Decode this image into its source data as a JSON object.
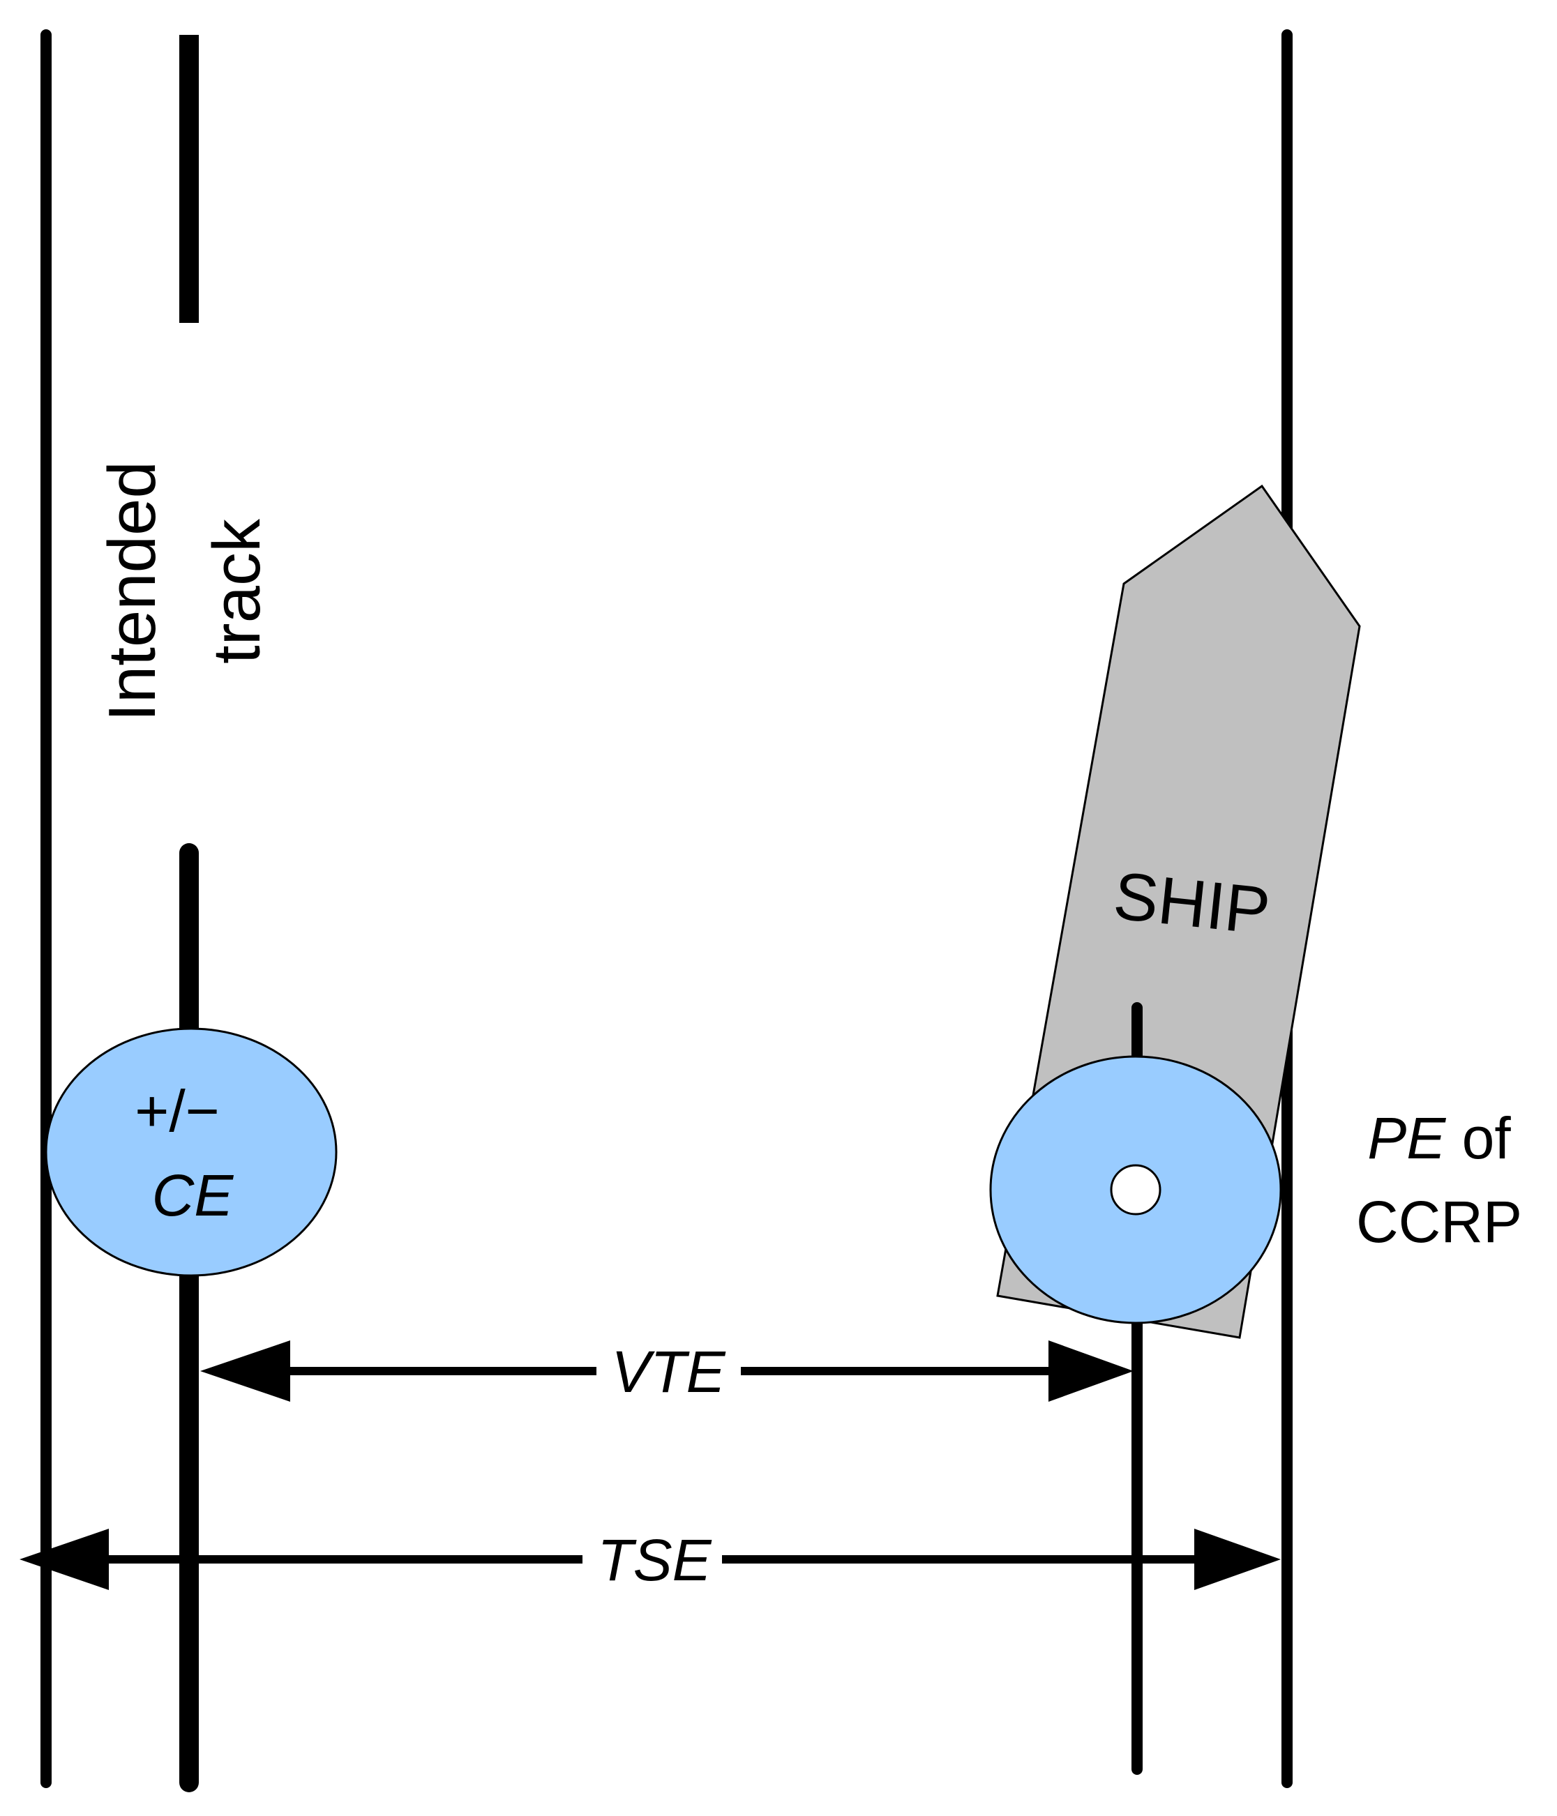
{
  "colors": {
    "line": "#000000",
    "ship_fill": "#c0c0c0",
    "ellipse_fill": "#99ccff",
    "background": "#ffffff"
  },
  "labels": {
    "intended_track_line1": "Intended",
    "intended_track_line2": "track",
    "ship": "SHIP",
    "ce_line1": "+/−",
    "ce_line2": "CE",
    "pe_italic": "PE",
    "pe_of": " of",
    "ccrp": "CCRP",
    "vte": "VTE",
    "tse": "TSE"
  }
}
